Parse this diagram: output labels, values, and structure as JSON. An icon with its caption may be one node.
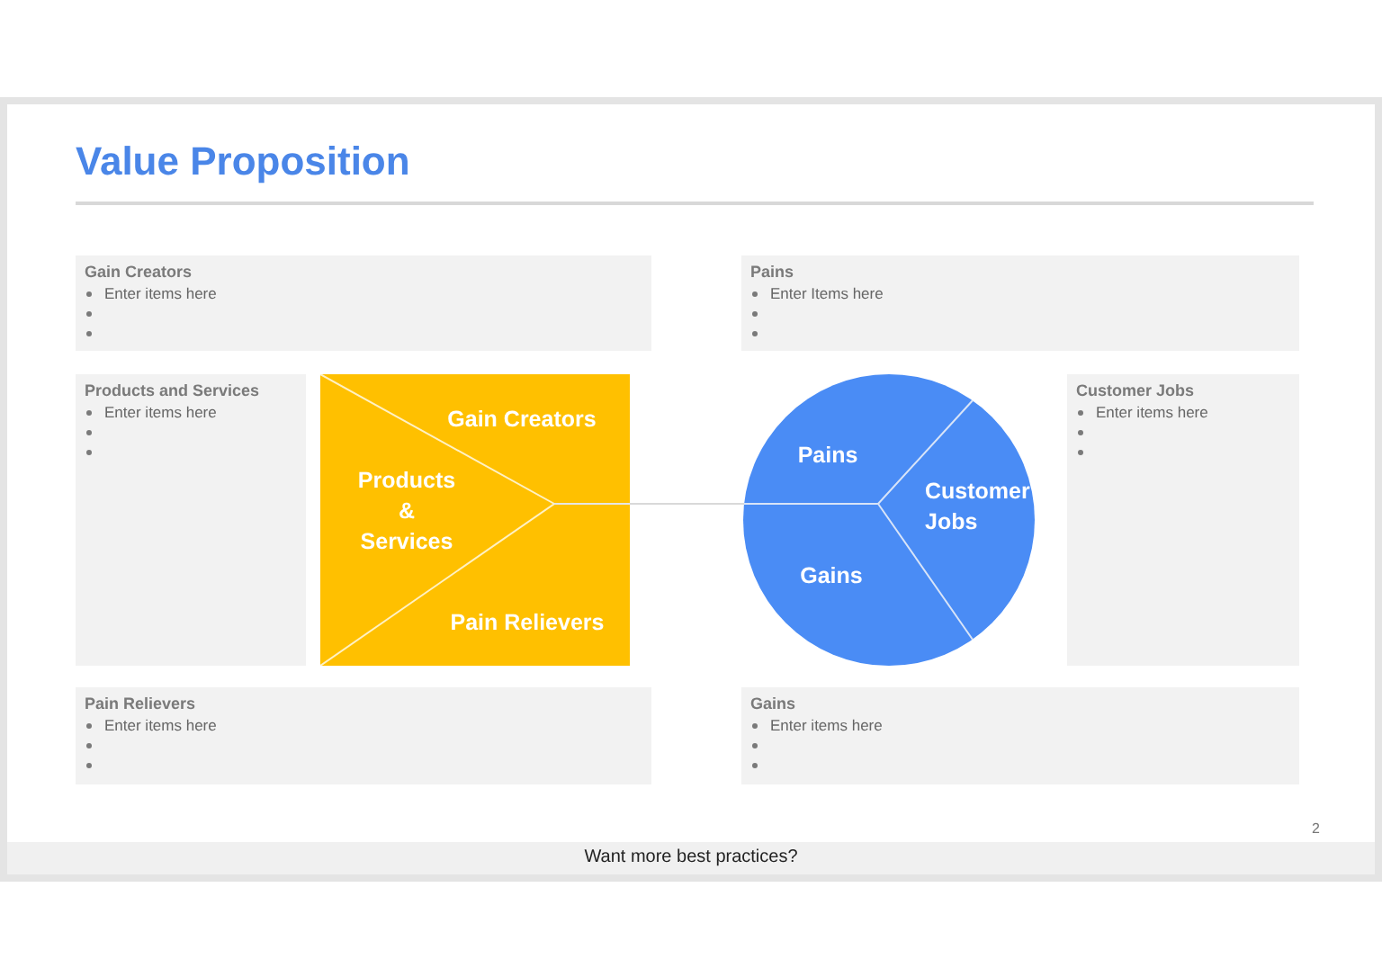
{
  "diagram": {
    "title": "Value Proposition",
    "nodes": [
      {
        "text": [
          "Gain Creators",
          "Enter items here"
        ]
      },
      {
        "text": [
          "Pains",
          "Enter Items here"
        ]
      },
      {
        "text": [
          "Products and Services",
          "Enter items here"
        ]
      },
      {
        "text": [
          "Gain Creators",
          "Products & Services",
          "Pain Relievers"
        ]
      },
      {
        "text": [
          "Pains",
          "Customer Jobs",
          "Gains"
        ]
      },
      {
        "text": [
          "Customer Jobs",
          "Enter items here"
        ]
      },
      {
        "text": [
          "Pain Relievers",
          "Enter items here"
        ]
      },
      {
        "text": [
          "Gains",
          "Enter items here"
        ]
      }
    ],
    "edges": [
      {
        "from": 3,
        "to": 4,
        "arrow": "none"
      }
    ],
    "labels": [
      "2",
      "Want more best practices?"
    ]
  }
}
